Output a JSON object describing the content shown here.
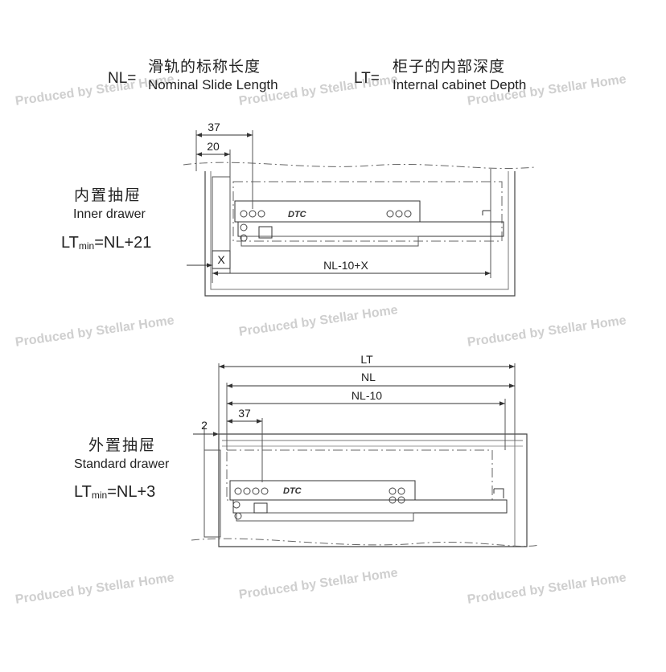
{
  "legend": {
    "nl": {
      "code": "NL=",
      "cn": "滑轨的标称长度",
      "en": "Nominal Slide Length"
    },
    "lt": {
      "code": "LT=",
      "cn": "柜子的内部深度",
      "en": "Internal cabinet Depth"
    }
  },
  "inner": {
    "title_cn": "内置抽屉",
    "title_en": "Inner drawer",
    "formula_lt": "LT",
    "formula_min": "min",
    "formula_rest": "=NL+21",
    "dims": {
      "d37": "37",
      "d20": "20",
      "x": "X",
      "nl10x": "NL-10+X"
    }
  },
  "standard": {
    "title_cn": "外置抽屉",
    "title_en": "Standard drawer",
    "formula_lt": "LT",
    "formula_min": "min",
    "formula_rest": "=NL+3",
    "dims": {
      "lt": "LT",
      "nl": "NL",
      "nl10": "NL-10",
      "d2": "2",
      "d37": "37"
    }
  },
  "brand": "DTC",
  "watermark": "Produced by Stellar Home"
}
